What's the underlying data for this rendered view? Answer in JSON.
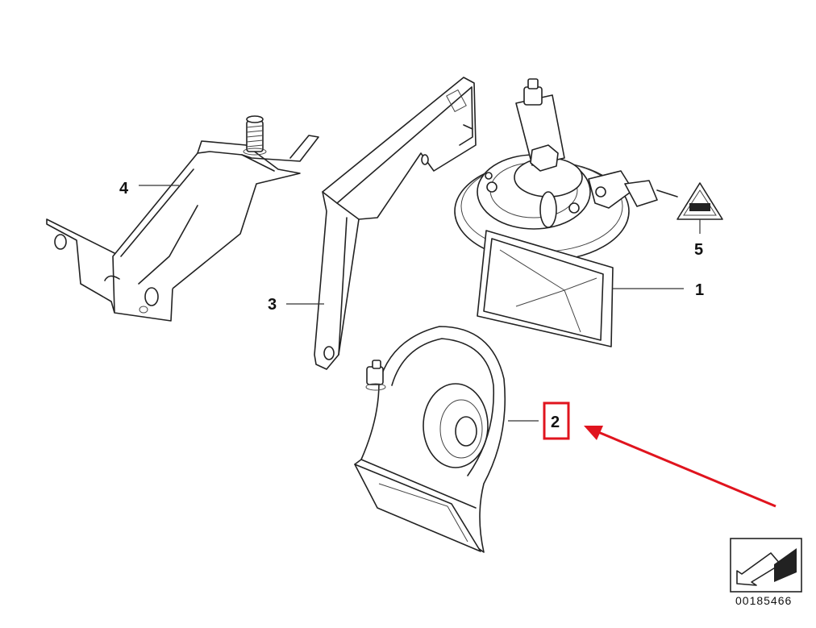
{
  "parts": [
    {
      "id": "part-1",
      "number": "1"
    },
    {
      "id": "part-2",
      "number": "2"
    },
    {
      "id": "part-3",
      "number": "3"
    },
    {
      "id": "part-4",
      "number": "4"
    },
    {
      "id": "part-5",
      "number": "5"
    }
  ],
  "highlight": {
    "part_number": "2",
    "color": "#e0141e"
  },
  "catalog_code": "00185466"
}
